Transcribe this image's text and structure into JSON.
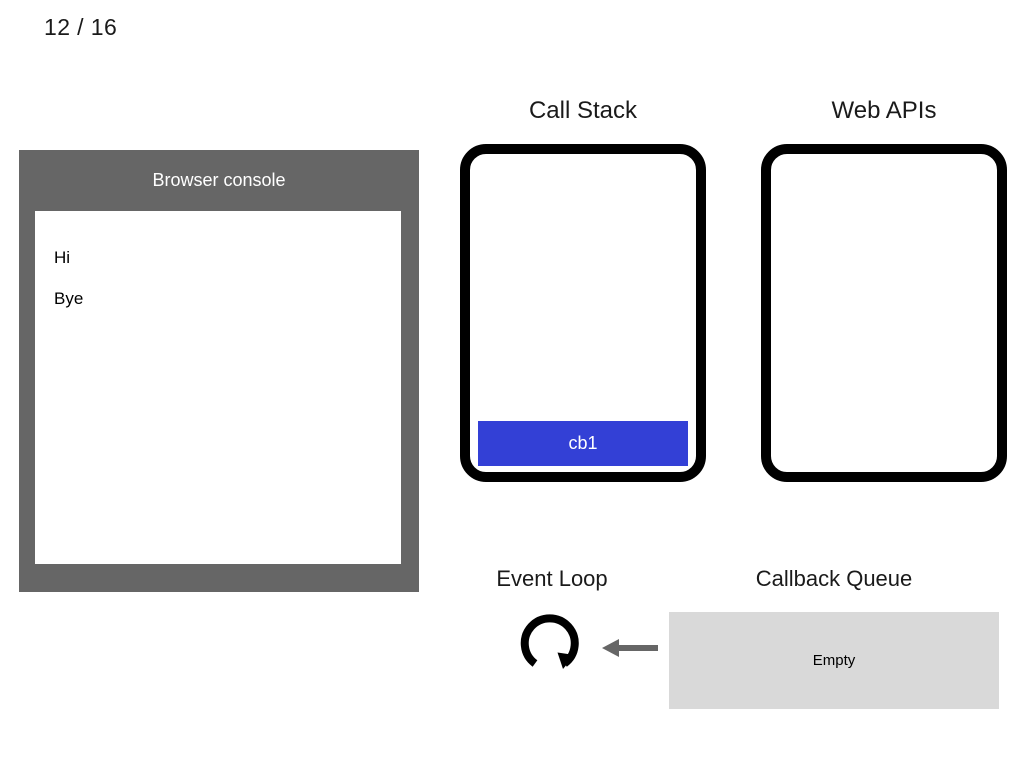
{
  "slide": {
    "counter": "12 / 16"
  },
  "console": {
    "title": "Browser console",
    "lines": [
      "Hi",
      "Bye"
    ]
  },
  "call_stack": {
    "title": "Call Stack",
    "frames": [
      {
        "label": "cb1",
        "color": "#3340d6"
      }
    ]
  },
  "web_apis": {
    "title": "Web APIs",
    "items": []
  },
  "event_loop": {
    "label": "Event Loop",
    "icon": "circular-arrow-icon"
  },
  "arrow": {
    "icon": "arrow-left-icon",
    "color": "#666666"
  },
  "callback_queue": {
    "label": "Callback Queue",
    "status": "Empty",
    "color": "#d9d9d9"
  },
  "theme": {
    "console_chrome": "#666666",
    "panel_border": "#000000",
    "frame_blue": "#3340d6",
    "queue_gray": "#d9d9d9",
    "background": "#ffffff"
  }
}
